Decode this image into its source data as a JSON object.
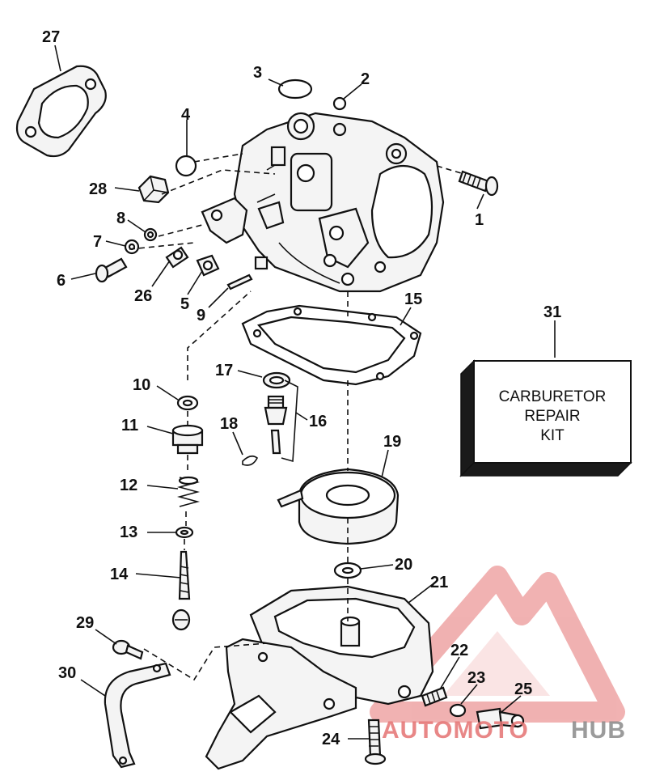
{
  "callouts": {
    "c1": "1",
    "c2": "2",
    "c3": "3",
    "c4": "4",
    "c5": "5",
    "c6": "6",
    "c7": "7",
    "c8": "8",
    "c9": "9",
    "c10": "10",
    "c11": "11",
    "c12": "12",
    "c13": "13",
    "c14": "14",
    "c15": "15",
    "c16": "16",
    "c17": "17",
    "c18": "18",
    "c19": "19",
    "c20": "20",
    "c21": "21",
    "c22": "22",
    "c23": "23",
    "c24": "24",
    "c25": "25",
    "c26": "26",
    "c27": "27",
    "c28": "28",
    "c29": "29",
    "c30": "30",
    "c31": "31"
  },
  "kit_box": {
    "line1": "CARBURETOR",
    "line2": "REPAIR",
    "line3": "KIT"
  },
  "watermark": {
    "part_a": "AUTOMOTO",
    "part_b": "HUB",
    "colors": {
      "logo": "#e57373",
      "hub": "#8a8a8a"
    }
  }
}
